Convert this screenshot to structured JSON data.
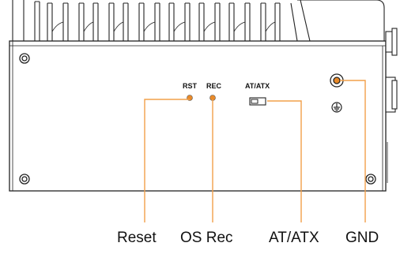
{
  "panel": {
    "labels": {
      "reset": "RST",
      "os_recovery": "REC",
      "power_mode": "AT/ATX"
    }
  },
  "callouts": {
    "reset": "Reset",
    "os_recovery": "OS Rec",
    "power_mode": "AT/ATX",
    "ground": "GND"
  },
  "colors": {
    "callout_line": "#f2a04a",
    "led_fill": "#e88a2a",
    "outline": "#222222",
    "background": "#ffffff"
  },
  "icons": [
    "screw-icon",
    "ground-symbol-icon",
    "led-indicator",
    "switch-icon"
  ]
}
